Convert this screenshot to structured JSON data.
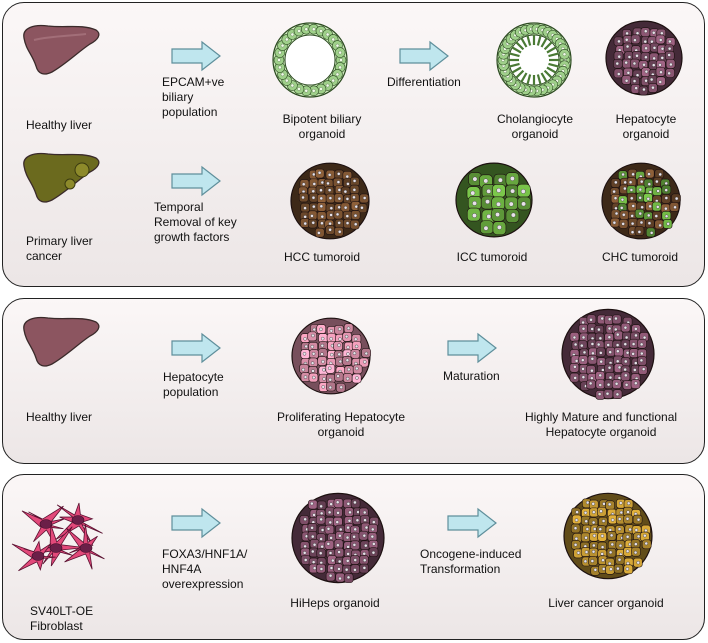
{
  "panel1": {
    "row1": {
      "source": "Healthy liver",
      "arrow1_label": [
        "EPCAM+ve",
        "biliary",
        "population"
      ],
      "organoid1": [
        "Bipotent biliary",
        "organoid"
      ],
      "arrow2_label": "Differentiation",
      "organoid2": [
        "Cholangiocyte",
        "organoid"
      ],
      "organoid3": [
        "Hepatocyte",
        "organoid"
      ]
    },
    "row2": {
      "source": [
        "Primary liver",
        "cancer"
      ],
      "arrow_label": [
        "Temporal",
        "Removal of key",
        "growth factors"
      ],
      "tumoroid1": "HCC tumoroid",
      "tumoroid2": "ICC tumoroid",
      "tumoroid3": "CHC tumoroid"
    }
  },
  "panel2": {
    "source": "Healthy liver",
    "arrow1_label": [
      "Hepatocyte",
      "population"
    ],
    "organoid1": [
      "Proliferating Hepatocyte",
      "organoid"
    ],
    "arrow2_label": "Maturation",
    "organoid2": [
      "Highly Mature and functional",
      "Hepatocyte organoid"
    ]
  },
  "panel3": {
    "source": [
      "SV40LT-OE",
      "Fibroblast"
    ],
    "arrow1_label": [
      "FOXA3/HNF1A/",
      "HNF4A",
      "overexpression"
    ],
    "organoid1": "HiHeps organoid",
    "arrow2_label": [
      "Oncogene-induced",
      "Transformation"
    ],
    "organoid2": "Liver cancer organoid"
  },
  "colors": {
    "liver_healthy": "#8c5560",
    "liver_cancer": "#6b6a1e",
    "arrow_fill": "#bfe6ee",
    "biliary_green": "#9fd08a",
    "hepatocyte_purple": "#7c4d66",
    "hcc_brown": "#6e4a2c",
    "icc_green": "#5f9a3a",
    "prolif_pink": "#d98fa8",
    "cancer_gold": "#b08a2e",
    "fibroblast_pink": "#e2497a"
  }
}
